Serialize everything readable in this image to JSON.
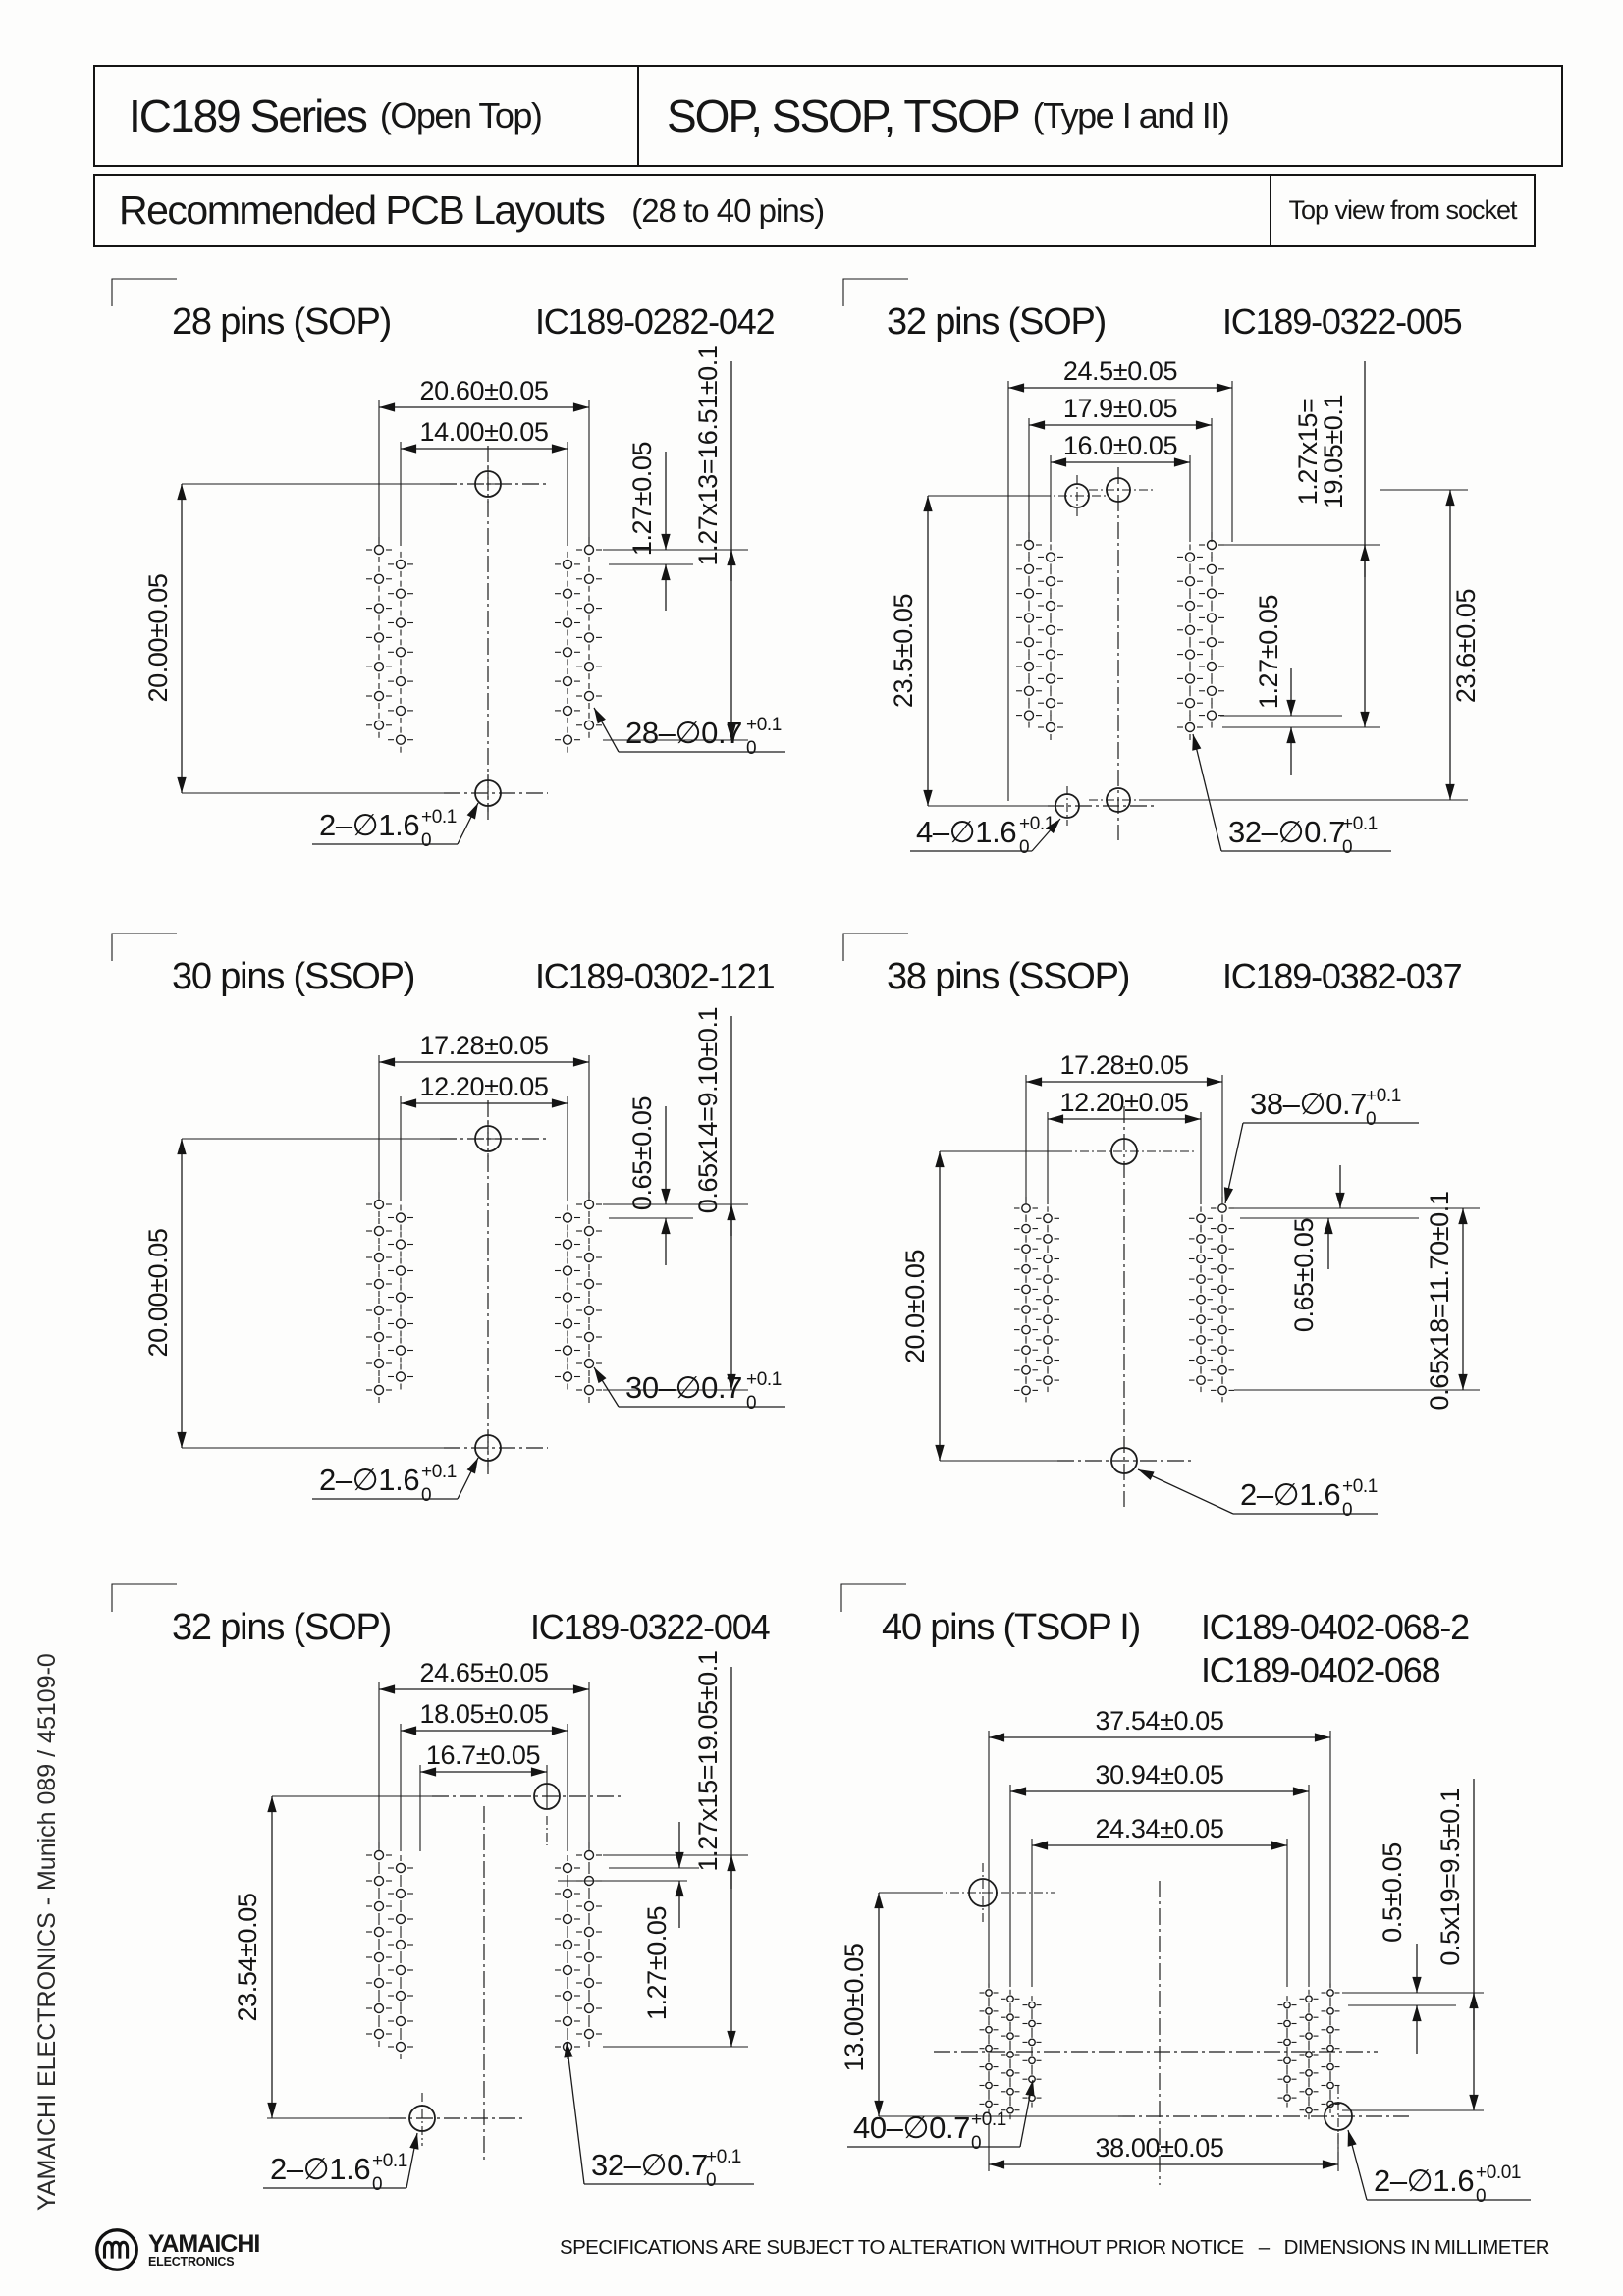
{
  "header": {
    "series": "IC189 Series",
    "series_suffix": "(Open Top)",
    "package": "SOP, SSOP, TSOP",
    "package_suffix": "(Type I and II)",
    "subtitle": "Recommended PCB Layouts",
    "subtitle_range": "(28 to 40 pins)",
    "view_note": "Top view from socket"
  },
  "side_note": "YAMAICHI ELECTRONICS   -   Munich 089 / 45109-0",
  "footer": {
    "logo_line1": "YAMAICHI",
    "logo_line2": "ELECTRONICS",
    "disclaimer": "SPECIFICATIONS ARE SUBJECT TO ALTERATION WITHOUT PRIOR NOTICE",
    "separator": "–",
    "units_note": "DIMENSIONS IN MILLIMETER"
  },
  "panels": {
    "p1": {
      "title": "28 pins (SOP)",
      "part": "IC189-0282-042",
      "dim_outer": "20.60±0.05",
      "dim_inner": "14.00±0.05",
      "dim_left": "20.00±0.05",
      "dim_pitch": "1.27±0.05",
      "dim_span": "1.27x13=16.51±0.1",
      "callout_pins": {
        "label": "28–∅0.7",
        "sup": "+0.1",
        "sub": "0"
      },
      "callout_holes": {
        "label": "2–∅1.6",
        "sup": "+0.1",
        "sub": "0"
      }
    },
    "p2": {
      "title": "32 pins (SOP)",
      "part": "IC189-0322-005",
      "dim_outer": "24.5±0.05",
      "dim_mid": "17.9±0.05",
      "dim_inner": "16.0±0.05",
      "dim_left": "23.5±0.05",
      "dim_right": "23.6±0.05",
      "dim_pitch": "1.27±0.05",
      "dim_span_1": "1.27x15=",
      "dim_span_2": "19.05±0.1",
      "callout_pins": {
        "label": "32–∅0.7",
        "sup": "+0.1",
        "sub": "0"
      },
      "callout_holes": {
        "label": "4–∅1.6",
        "sup": "+0.1",
        "sub": "0"
      }
    },
    "p3": {
      "title": "30 pins (SSOP)",
      "part": "IC189-0302-121",
      "dim_outer": "17.28±0.05",
      "dim_inner": "12.20±0.05",
      "dim_left": "20.00±0.05",
      "dim_pitch": "0.65±0.05",
      "dim_span": "0.65x14=9.10±0.1",
      "callout_pins": {
        "label": "30–∅0.7",
        "sup": "+0.1",
        "sub": "0"
      },
      "callout_holes": {
        "label": "2–∅1.6",
        "sup": "+0.1",
        "sub": "0"
      }
    },
    "p4": {
      "title": "38 pins (SSOP)",
      "part": "IC189-0382-037",
      "dim_outer": "17.28±0.05",
      "dim_inner": "12.20±0.05",
      "dim_left": "20.0±0.05",
      "dim_pitch": "0.65±0.05",
      "dim_span": "0.65x18=11.70±0.1",
      "callout_pins": {
        "label": "38–∅0.7",
        "sup": "+0.1",
        "sub": "0"
      },
      "callout_holes": {
        "label": "2–∅1.6",
        "sup": "+0.1",
        "sub": "0"
      }
    },
    "p5": {
      "title": "32 pins (SOP)",
      "part": "IC189-0322-004",
      "dim_outer": "24.65±0.05",
      "dim_mid": "18.05±0.05",
      "dim_inner": "16.7±0.05",
      "dim_left": "23.54±0.05",
      "dim_pitch": "1.27±0.05",
      "dim_span": "1.27x15=19.05±0.1",
      "callout_pins": {
        "label": "32–∅0.7",
        "sup": "+0.1",
        "sub": "0"
      },
      "callout_holes": {
        "label": "2–∅1.6",
        "sup": "+0.1",
        "sub": "0"
      }
    },
    "p6": {
      "title": "40 pins (TSOP I)",
      "part_1": "IC189-0402-068-2",
      "part_2": "IC189-0402-068",
      "dim_a": "37.54±0.05",
      "dim_b": "30.94±0.05",
      "dim_c": "24.34±0.05",
      "dim_left": "13.00±0.05",
      "dim_pitch": "0.5±0.05",
      "dim_span": "0.5x19=9.5±0.1",
      "dim_bottom": "38.00±0.05",
      "callout_pins": {
        "label": "40–∅0.7",
        "sup": "+0.1",
        "sub": "0"
      },
      "callout_holes": {
        "label": "2–∅1.6",
        "sup": "+0.01",
        "sub": "0"
      }
    }
  }
}
